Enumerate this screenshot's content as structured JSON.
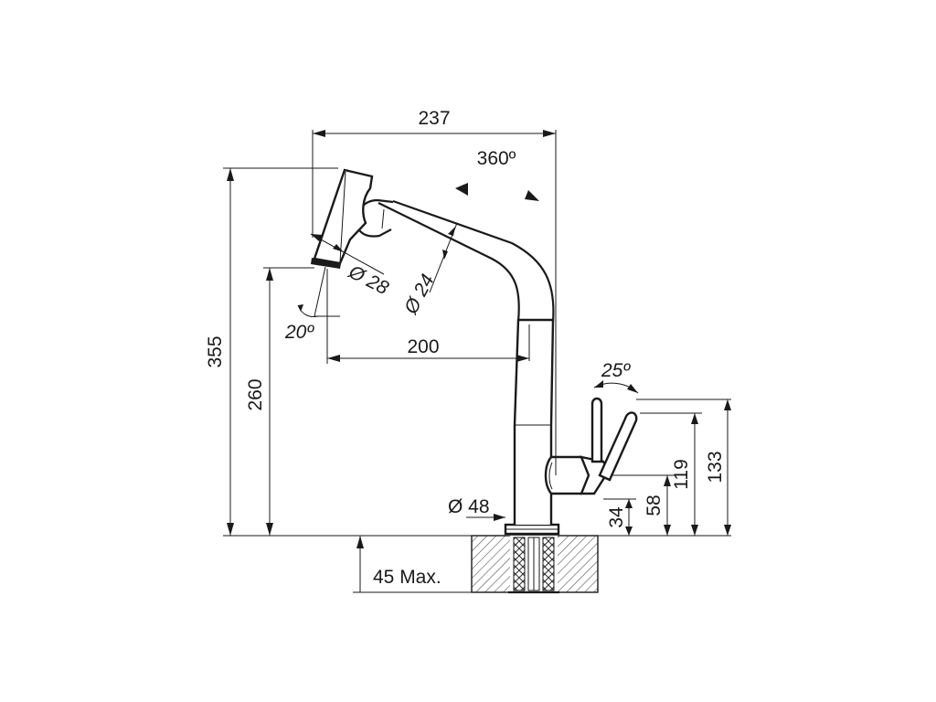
{
  "dimensions": {
    "total_reach": "237",
    "rotation": "360º",
    "spray_diameter": "Ø 28",
    "spout_diameter": "Ø 24",
    "tilt_angle": "20º",
    "spout_reach": "200",
    "total_height": "355",
    "spout_height": "260",
    "lever_angle": "25º",
    "base_diameter": "Ø 48",
    "handle_base": "34",
    "handle_axis": "58",
    "lever_height": "119",
    "max_lever_height": "133",
    "max_deck_thickness": "45 Max."
  },
  "colors": {
    "line": "#1a1a1a",
    "background": "#ffffff",
    "hatch": "#555555"
  }
}
